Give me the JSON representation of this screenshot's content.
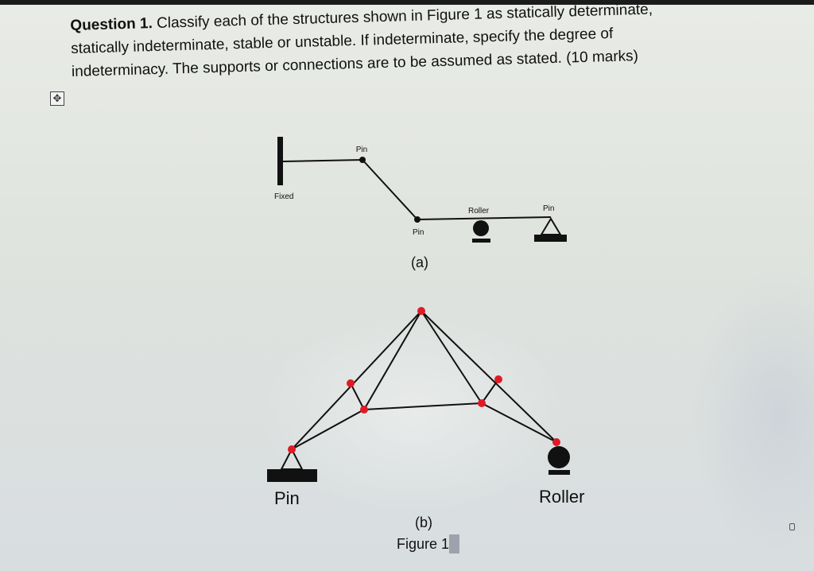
{
  "question": {
    "label": "Question 1.",
    "line1_rest": "Classify each of the structures shown in Figure 1 as statically determinate,",
    "line2": "statically indeterminate, stable or unstable. If indeterminate, specify the degree of",
    "line3": "indeterminacy. The supports or connections are to be assumed as stated. (10 marks)"
  },
  "move_handle_icon": "move-icon",
  "figure_a": {
    "label_fixed": "Fixed",
    "label_pin_top": "Pin",
    "label_pin_bottom": "Pin",
    "label_roller": "Roller",
    "label_pin_right": "Pin",
    "caption": "(a)"
  },
  "figure_b": {
    "label_pin": "Pin",
    "label_roller": "Roller",
    "caption": "(b)"
  },
  "figure_caption": {
    "prefix": "Figure ",
    "number": "1"
  },
  "colors": {
    "joint": "#e01b24",
    "member": "#111111",
    "paper": "#e5e8e3"
  }
}
